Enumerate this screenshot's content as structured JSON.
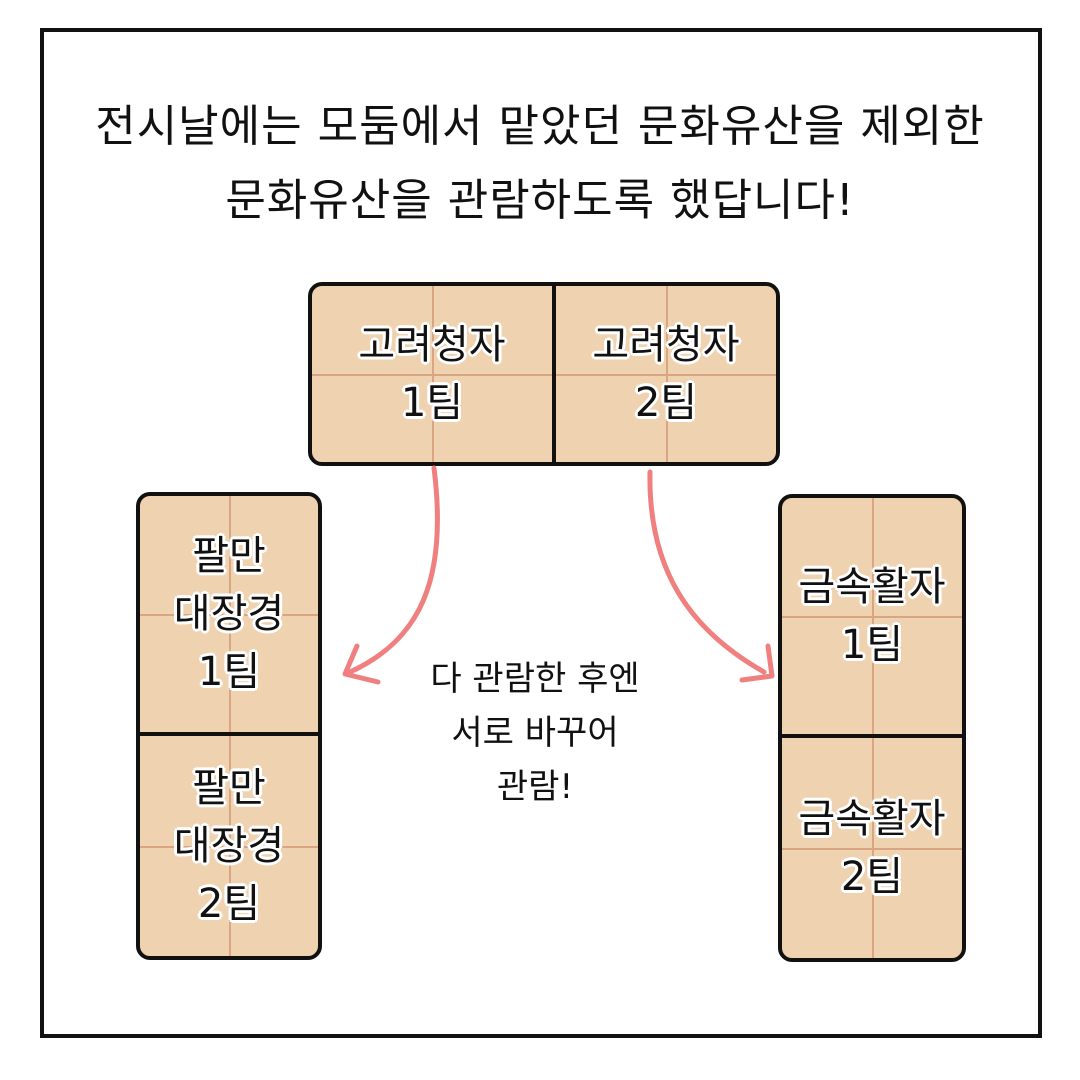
{
  "caption": {
    "line1": "전시날에는 모둠에서 맡았던 문화유산을 제외한",
    "line2": "문화유산을 관람하도록 했답니다!"
  },
  "top_table": {
    "left_label": "고려청자\n1팀",
    "right_label": "고려청자\n2팀"
  },
  "left_table": {
    "top_label": "팔만\n대장경\n1팀",
    "bottom_label": "팔만\n대장경\n2팀"
  },
  "right_table": {
    "top_label": "금속활자\n1팀",
    "bottom_label": "금속활자\n2팀"
  },
  "center_note": "다 관람한 후엔\n서로 바꾸어\n관람!",
  "colors": {
    "table_fill": "#efd2b0",
    "arrow": "#f08080",
    "outline": "#111111"
  }
}
